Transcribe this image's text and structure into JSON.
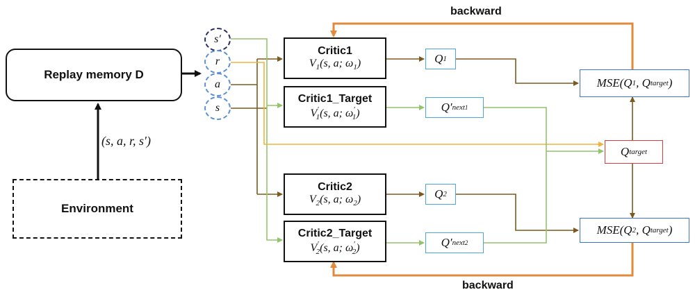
{
  "colors": {
    "brown": "#7a5a1e",
    "green": "#92c46a",
    "yellow": "#f2b33c",
    "orange": "#e08a3c",
    "blue_box": "#3f75c8",
    "light_blue_box": "#4aa6e0",
    "red_box": "#e03b3b",
    "dashed_node": "#5b8fd6",
    "dashed_node_dark": "#2b2b63"
  },
  "replay": {
    "label": "Replay memory D"
  },
  "environment": {
    "label": "Environment"
  },
  "transition": {
    "label": "(s, a, r, s′)"
  },
  "inputs": {
    "s_prime": "s′",
    "r": "r",
    "a": "a",
    "s": "s"
  },
  "critics": {
    "critic1": {
      "title": "Critic1",
      "fn_name": "V",
      "fn_sub": "1",
      "fn_args": "(s, a; ω",
      "fn_arg_sub": "1",
      "fn_end": ")"
    },
    "critic1_target": {
      "title": "Critic1_Target",
      "fn_name": "V",
      "fn_sub": "1",
      "fn_prime": "′",
      "fn_args": "(s, a; ω",
      "fn_arg_prime": "′",
      "fn_arg_sub": "1",
      "fn_end": ")"
    },
    "critic2": {
      "title": "Critic2",
      "fn_name": "V",
      "fn_sub": "2",
      "fn_args": "(s, a; ω",
      "fn_arg_sub": "2",
      "fn_end": ")"
    },
    "critic2_target": {
      "title": "Critic2_Target",
      "fn_name": "V",
      "fn_sub": "2",
      "fn_prime": "′",
      "fn_args": "(s, a; ω",
      "fn_arg_prime": "′",
      "fn_arg_sub": "2",
      "fn_end": ")"
    }
  },
  "outputs": {
    "q1": {
      "base": "Q",
      "sub": "1"
    },
    "q1_next": {
      "base": "Q′",
      "sub_text": "next",
      "sub_sub": "1"
    },
    "q2": {
      "base": "Q",
      "sub": "2"
    },
    "q2_next": {
      "base": "Q′",
      "sub_text": "next",
      "sub_sub": "2"
    },
    "q_target": {
      "base": "Q",
      "sub": "target"
    }
  },
  "losses": {
    "mse1": {
      "prefix": "MSE(Q",
      "sub1": "1",
      "mid": ", Q",
      "sub2": "target",
      "end": ")"
    },
    "mse2": {
      "prefix": "MSE(Q",
      "sub1": "2",
      "mid": ", Q",
      "sub2": "target",
      "end": ")"
    }
  },
  "backward": {
    "top_label": "backward",
    "bottom_label": "backward"
  }
}
